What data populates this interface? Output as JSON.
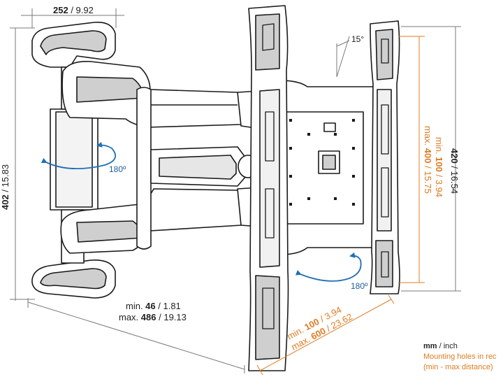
{
  "colors": {
    "line": "#1a1a1a",
    "fill": "#ffffff",
    "gray": "#cfcfcf",
    "dim": "#8a8a8a",
    "accent_orange": "#e07b22",
    "accent_blue": "#1f6fb5"
  },
  "dimensions": {
    "depth_top": {
      "bold": "252",
      "rest": " / 9.92"
    },
    "height_left": {
      "bold": "402",
      "rest": " / 15.83"
    },
    "tilt": "15°",
    "height_right": {
      "bold": "420",
      "rest": " / 16.54"
    },
    "vesa_vertical_min": {
      "prefix": "min. ",
      "bold": "100",
      "rest": " / 3.94"
    },
    "vesa_vertical_max": {
      "prefix": "max. ",
      "bold": "400",
      "rest": " / 15.75"
    },
    "swivel_left": "180º",
    "swivel_right": "180º",
    "extension_min": {
      "prefix": "min. ",
      "bold": "46",
      "rest": " / 1.81"
    },
    "extension_max": {
      "prefix": "max. ",
      "bold": "486",
      "rest": " / 19.13"
    },
    "vesa_horizontal_min": {
      "prefix": "min. ",
      "bold": "100",
      "rest": " / 3.94"
    },
    "vesa_horizontal_max": {
      "prefix": "max. ",
      "bold": "600",
      "rest": " / 23.62"
    }
  },
  "legend": {
    "units_bold": "mm",
    "units_rest": " / inch",
    "line1": "Mounting holes in rec",
    "line2": "(min - max distance)"
  }
}
